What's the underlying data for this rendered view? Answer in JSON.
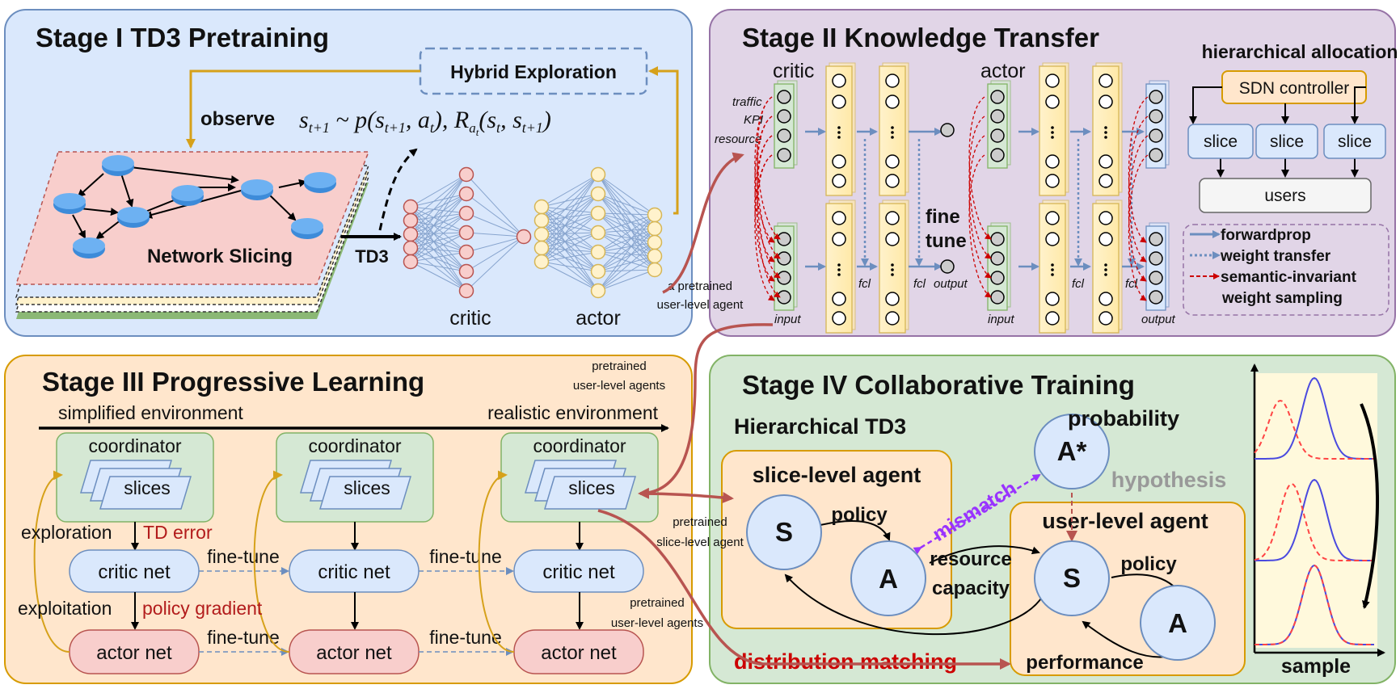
{
  "stage1": {
    "title": "Stage I TD3 Pretraining",
    "hybrid_exploration": "Hybrid Exploration",
    "observe": "observe",
    "observe_eq": "s_{t+1} ~ p(s_{t+1}, a_t), R_{a_t}(s_t, s_{t+1})",
    "observe_main": "s",
    "network_slicing": "Network Slicing",
    "td3": "TD3",
    "critic": "critic",
    "actor": "actor"
  },
  "stage2": {
    "title": "Stage II Knowledge Transfer",
    "critic": "critic",
    "actor": "actor",
    "traffic": "traffic",
    "kpi": "KPI",
    "resource": "resource",
    "fcl": "fcl",
    "input": "input",
    "output": "output",
    "fine": "fine",
    "tune": "tune",
    "pretrained_agent": [
      "a pretrained",
      "user-level agent"
    ],
    "hier_title": "hierarchical allocation",
    "sdn": "SDN controller",
    "slice": "slice",
    "users": "users",
    "legend": {
      "forwardprop": "forwardprop",
      "weight_transfer": "weight transfer",
      "semantic": "semantic-invariant",
      "weight_sampling": "weight sampling"
    }
  },
  "stage3": {
    "title": "Stage III Progressive Learning",
    "simplified": "simplified environment",
    "realistic": "realistic environment",
    "coordinator": "coordinator",
    "slices": "slices",
    "exploration": "exploration",
    "td_error": "TD error",
    "exploitation": "exploitation",
    "policy_gradient": "policy gradient",
    "critic_net": "critic net",
    "actor_net": "actor net",
    "fine_tune": "fine-tune",
    "pretrained_user_agents": [
      "pretrained",
      "user-level agents"
    ]
  },
  "stage4": {
    "title": "Stage IV Collaborative Training",
    "hier_td3": "Hierarchical TD3",
    "slice_agent": "slice-level agent",
    "user_agent": "user-level agent",
    "policy": "policy",
    "S": "S",
    "A": "A",
    "A_star": "A*",
    "mismatch": "mismatch",
    "hypothesis": "hypothesis",
    "probability": "probability",
    "resource": "resource",
    "capacity": "capacity",
    "performance": "performance",
    "distribution_matching": "distribution matching",
    "sample": "sample",
    "pretrained_slice": [
      "pretrained",
      "slice-level agent"
    ],
    "pretrained_users": [
      "pretrained",
      "user-level agents"
    ]
  },
  "colors": {
    "stage1_bg": "#dae8fc",
    "stage2_bg": "#e1d5e7",
    "stage3_bg": "#ffe6cc",
    "stage4_bg": "#d5e8d4",
    "arrow_red": "#b85450",
    "arrow_gold": "#d6a11a",
    "td_red": "#b21b1b",
    "mismatch": "#9933ff"
  }
}
